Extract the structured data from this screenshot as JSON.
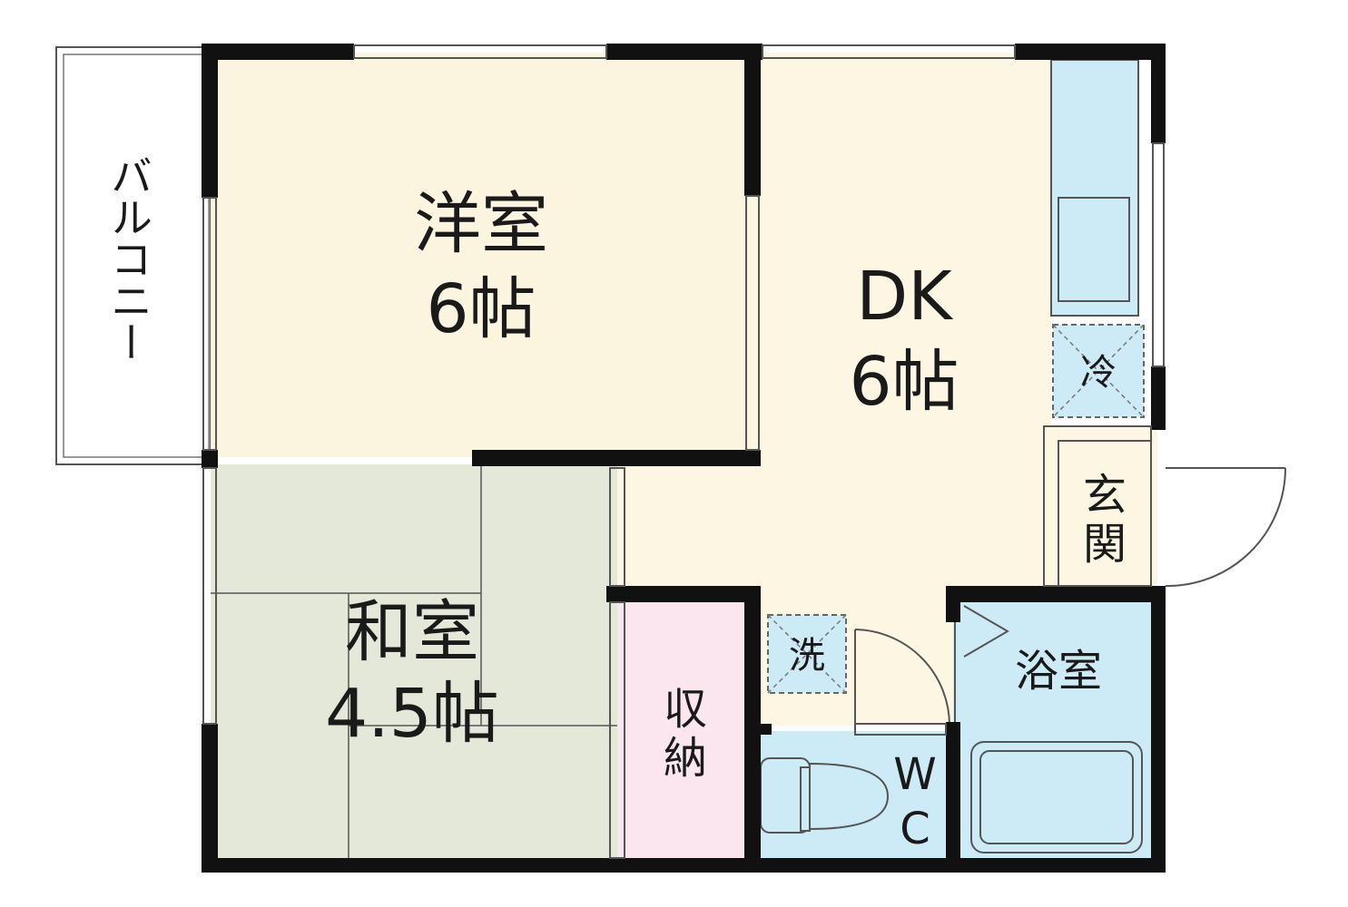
{
  "rooms": {
    "western": {
      "name": "洋室",
      "size": "6帖"
    },
    "dk": {
      "name": "DK",
      "size": "6帖"
    },
    "japanese": {
      "name": "和室",
      "size": "4.5帖"
    },
    "storage": {
      "line1": "収",
      "line2": "納"
    },
    "entrance": {
      "line1": "玄",
      "line2": "関"
    },
    "bath": {
      "name": "浴室"
    },
    "wc": {
      "line1": "W",
      "line2": "C"
    },
    "balcony": {
      "name": "バルコニー"
    },
    "fridge": {
      "name": "冷"
    },
    "washer": {
      "name": "洗"
    }
  },
  "colors": {
    "wall": "#111111",
    "western_floor": "#fbf4df",
    "dk_floor": "#fdf6e3",
    "japanese_floor": "#e3e8d9",
    "storage_floor": "#fbe6ef",
    "wet_area": "#cdebf7",
    "outline": "#555555"
  }
}
